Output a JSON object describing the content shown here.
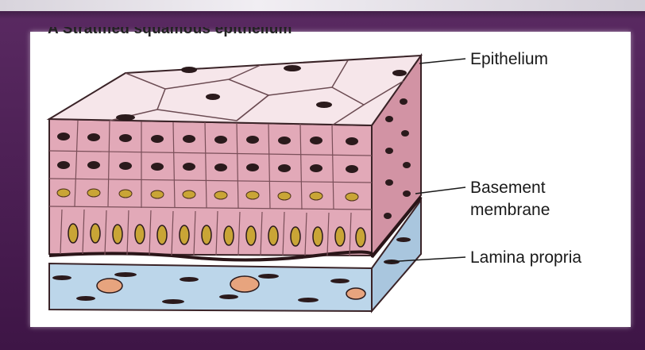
{
  "figure": {
    "title": "A  Stratified squamous epithelium"
  },
  "labels": {
    "epithelium": "Epithelium",
    "basement_line1": "Basement",
    "basement_line2": "membrane",
    "lamina_propria": "Lamina propria"
  },
  "colors": {
    "frame": "#4a1d52",
    "panel": "#ffffff",
    "surface_cells": "#f6e6ea",
    "epithelium_body": "#e2a9b8",
    "epithelium_side": "#d293a4",
    "lamina_propria": "#bcd6ea",
    "lamina_propria_side": "#a9c6de",
    "nucleus_dark": "#2b1a1c",
    "nucleus_gold": "#c9a536",
    "outline": "#3a2327"
  }
}
